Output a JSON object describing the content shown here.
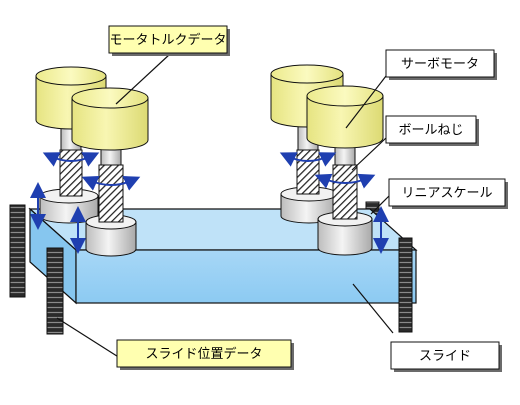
{
  "labels": {
    "motor_torque_data": "モータトルクデータ",
    "servo_motor": "サーボモータ",
    "ball_screw": "ボールねじ",
    "linear_scale": "リニアスケール",
    "slide_position_data": "スライド位置データ",
    "slide": "スライド"
  },
  "colors": {
    "motor_fill": "#f5f3a0",
    "slide_top": "#b9dff7",
    "slide_front": "#9dd3f5",
    "callout_fill_yellow": "#ffffb0",
    "callout_fill_white": "#ffffff",
    "arrow_blue": "#1f3fb0",
    "scale_dark": "#222222"
  },
  "icons": {
    "rotation": "curved-double-arrow-icon",
    "travel": "vertical-double-arrow-icon"
  }
}
